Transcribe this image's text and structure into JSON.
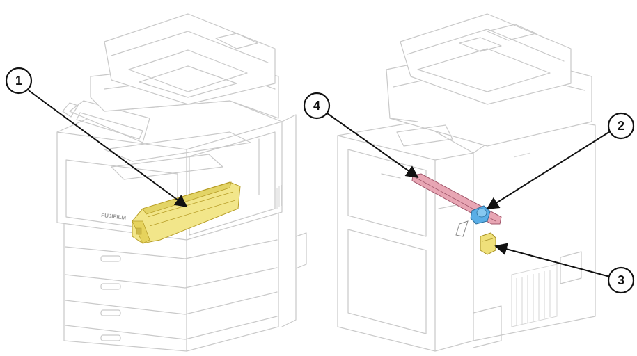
{
  "figure": {
    "callouts": [
      {
        "id": "callout-1",
        "label": "1"
      },
      {
        "id": "callout-2",
        "label": "2"
      },
      {
        "id": "callout-3",
        "label": "3"
      },
      {
        "id": "callout-4",
        "label": "4"
      }
    ],
    "brand_mark": "FUJIFILM",
    "highlight_colors": {
      "part-1": "#f2e68a",
      "part-2": "#5aaee6",
      "part-3": "#efe07a",
      "part-4": "#e8a6b4"
    },
    "line_color": "#c9c9c9",
    "callout_color": "#111111"
  }
}
